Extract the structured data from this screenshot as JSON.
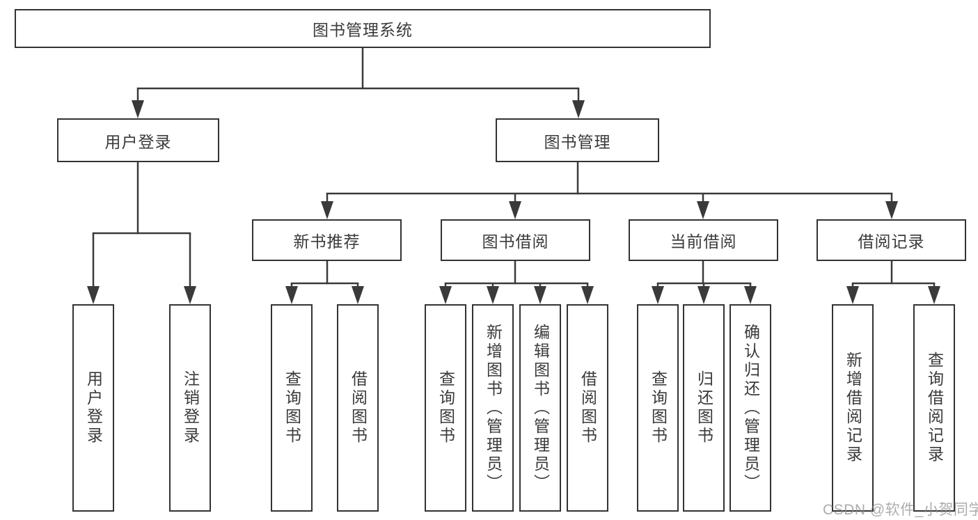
{
  "colors": {
    "line": "#3a3a3a",
    "box_border": "#333333",
    "text": "#3a3a3a",
    "background": "#ffffff",
    "watermark": "#8c8c8c"
  },
  "diagram": {
    "root": {
      "label": "图书管理系统"
    },
    "level2": [
      {
        "label": "用户登录"
      },
      {
        "label": "图书管理"
      }
    ],
    "level3": [
      {
        "label": "新书推荐",
        "parent": "图书管理"
      },
      {
        "label": "图书借阅",
        "parent": "图书管理"
      },
      {
        "label": "当前借阅",
        "parent": "图书管理"
      },
      {
        "label": "借阅记录",
        "parent": "图书管理"
      }
    ],
    "leaves": [
      {
        "label": "用户登录",
        "parent": "用户登录"
      },
      {
        "label": "注销登录",
        "parent": "用户登录"
      },
      {
        "label": "查询图书",
        "parent": "新书推荐"
      },
      {
        "label": "借阅图书",
        "parent": "新书推荐"
      },
      {
        "label": "查询图书",
        "parent": "图书借阅"
      },
      {
        "label": "新增图书（管理员）",
        "parent": "图书借阅"
      },
      {
        "label": "编辑图书（管理员）",
        "parent": "图书借阅"
      },
      {
        "label": "借阅图书",
        "parent": "图书借阅"
      },
      {
        "label": "查询图书",
        "parent": "当前借阅"
      },
      {
        "label": "归还图书",
        "parent": "当前借阅"
      },
      {
        "label": "确认归还（管理员）",
        "parent": "当前借阅"
      },
      {
        "label": "新增借阅记录",
        "parent": "借阅记录"
      },
      {
        "label": "查询借阅记录",
        "parent": "借阅记录"
      }
    ]
  },
  "watermark": {
    "text": "CSDN @软件_小贺同学"
  }
}
